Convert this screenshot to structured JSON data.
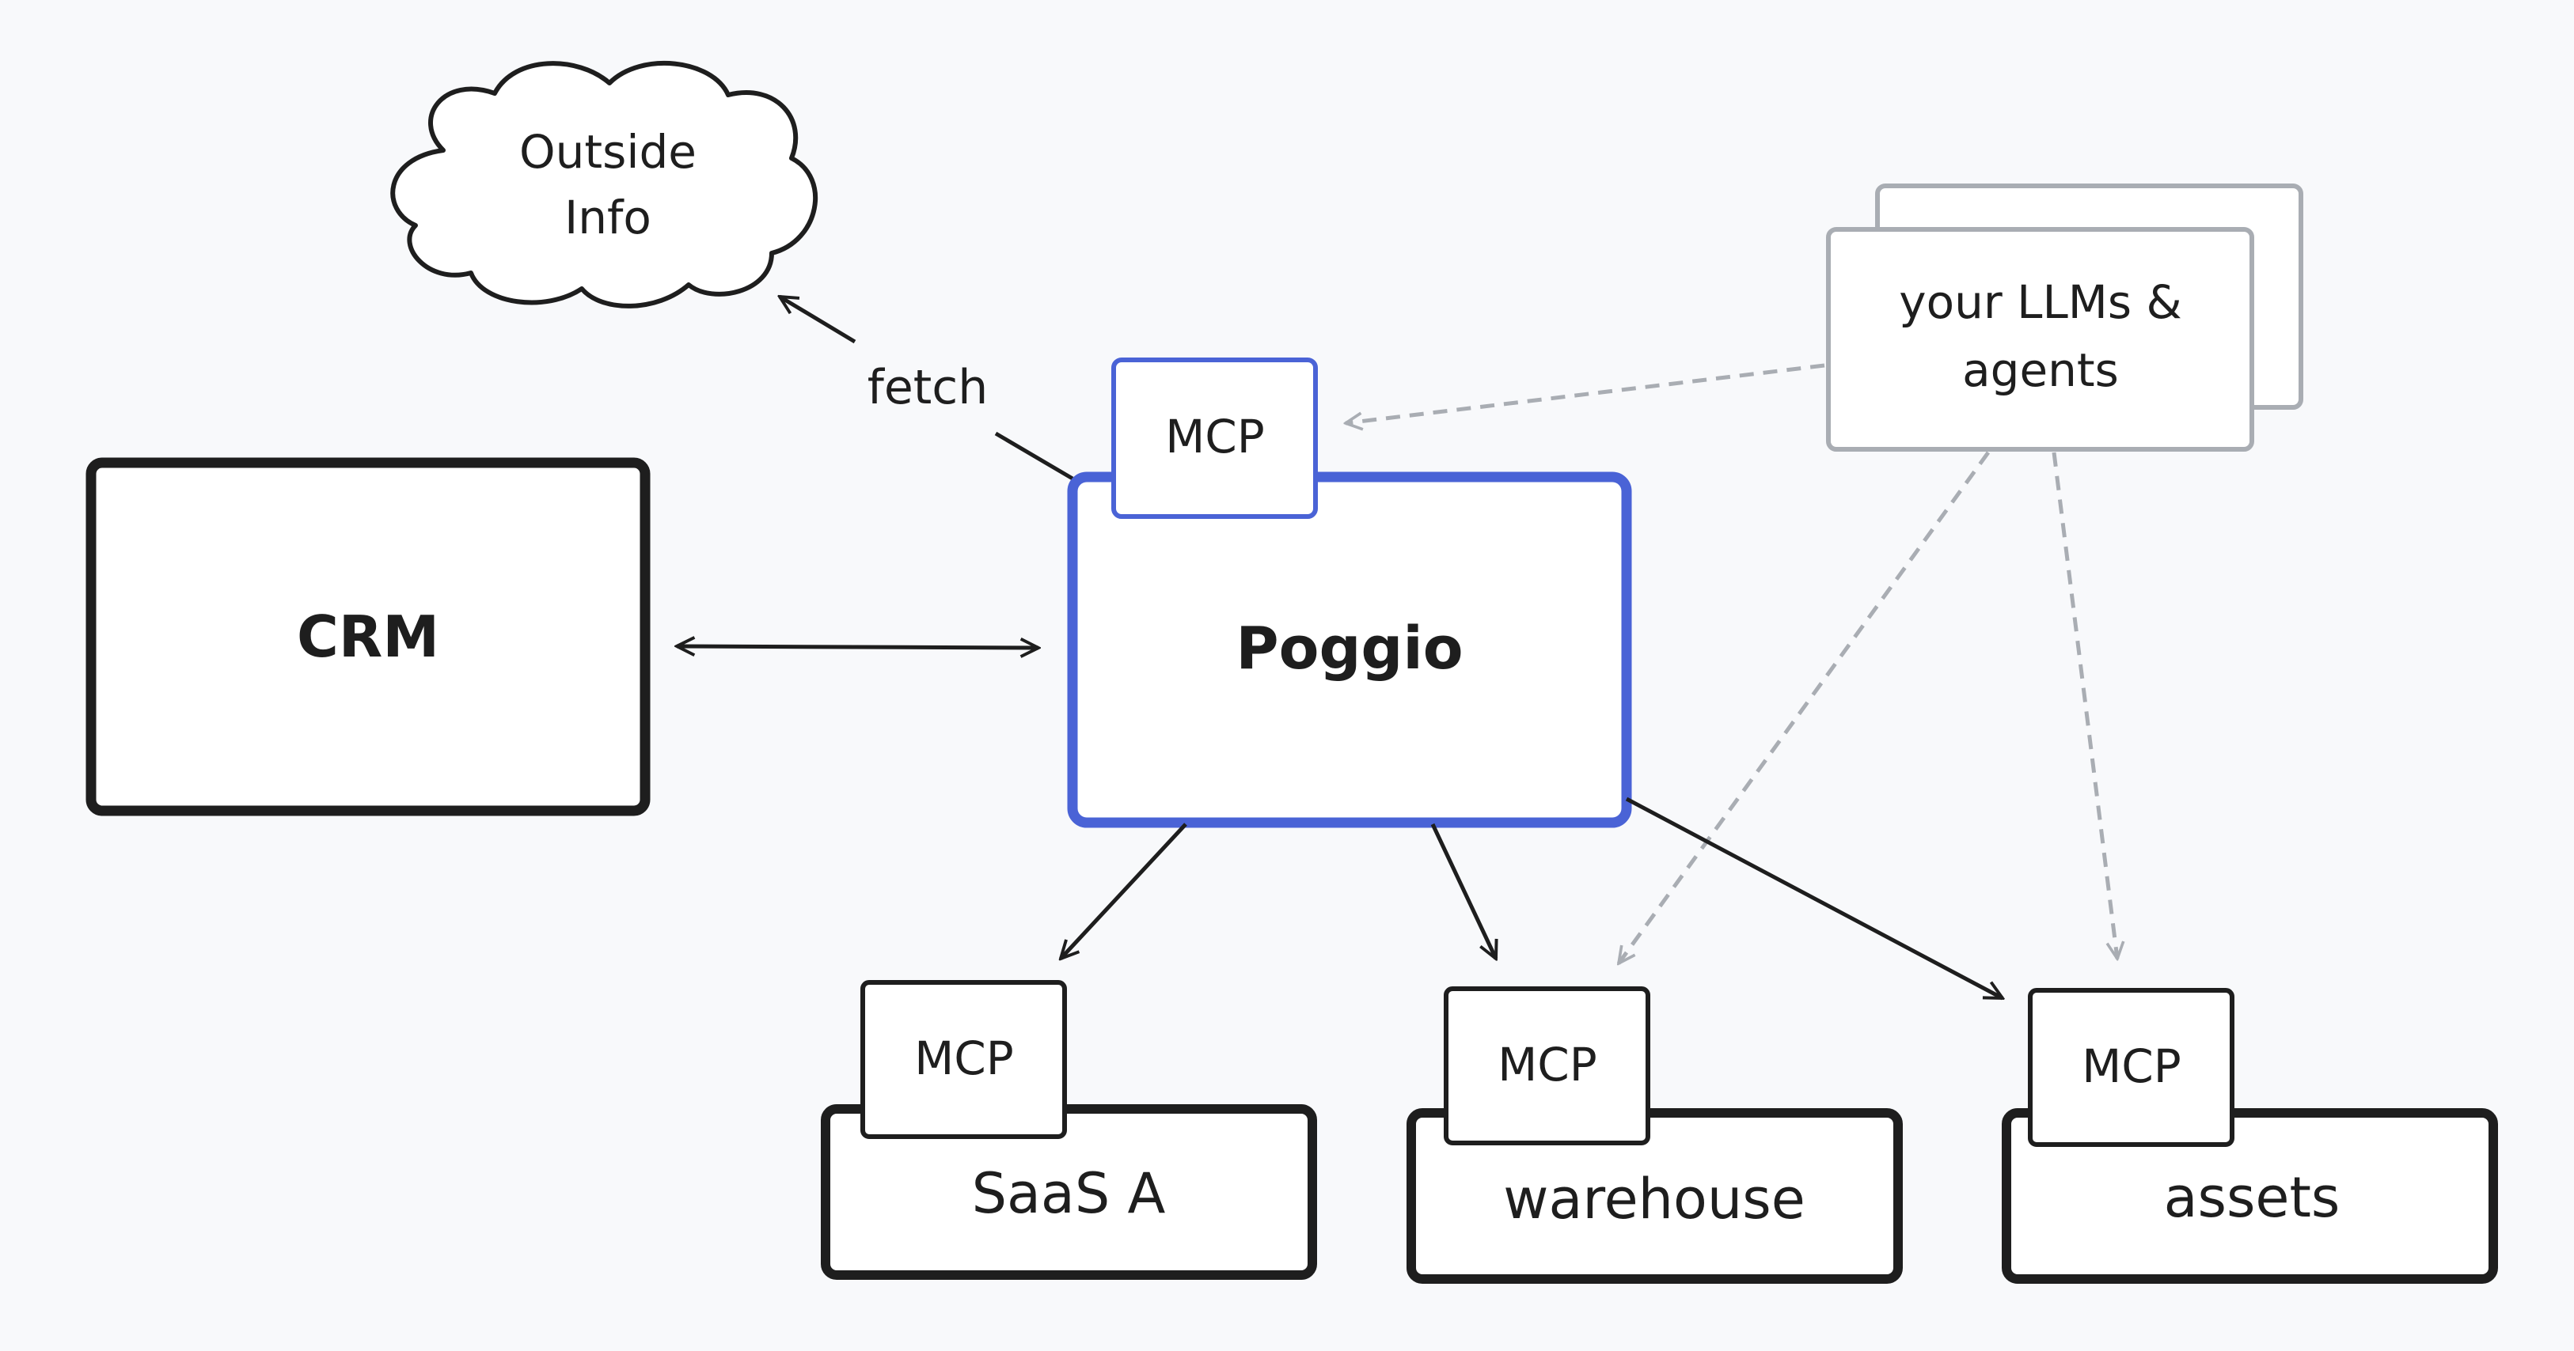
{
  "nodes": {
    "cloud": {
      "line1": "Outside",
      "line2": "Info"
    },
    "crm": {
      "label": "CRM"
    },
    "poggio": {
      "label": "Poggio",
      "tab": "MCP"
    },
    "llms": {
      "line1": "your LLMs &",
      "line2": "agents"
    },
    "saas_a": {
      "label": "SaaS A",
      "tab": "MCP"
    },
    "warehouse": {
      "label": "warehouse",
      "tab": "MCP"
    },
    "assets": {
      "label": "assets",
      "tab": "MCP"
    }
  },
  "edges": {
    "fetch": {
      "label": "fetch"
    }
  },
  "colors": {
    "background": "#f8f9fb",
    "ink": "#1e1e1e",
    "accent": "#4a63d6",
    "muted": "#a9adb3"
  }
}
